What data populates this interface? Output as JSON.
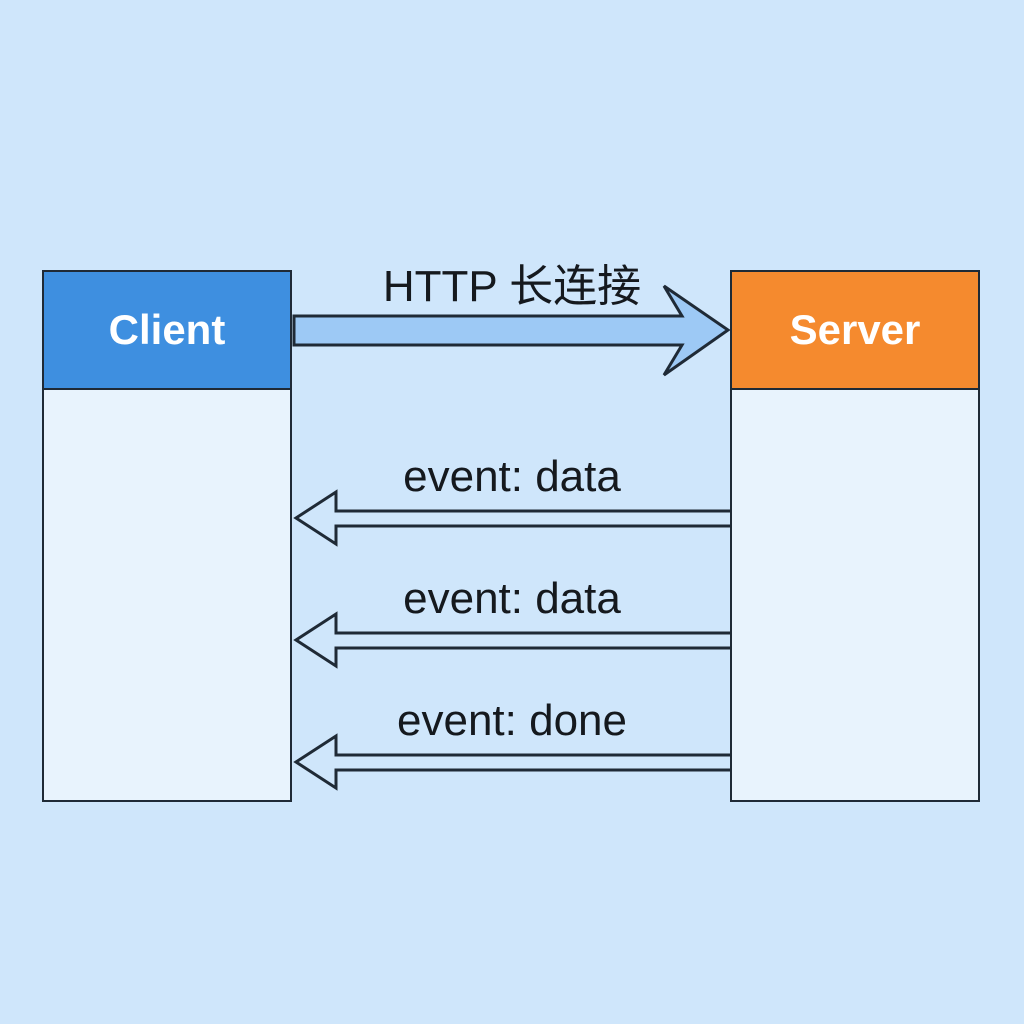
{
  "client": {
    "title": "Client"
  },
  "server": {
    "title": "Server"
  },
  "request": {
    "label": "HTTP 长连接"
  },
  "events": [
    {
      "label": "event: data"
    },
    {
      "label": "event: data"
    },
    {
      "label": "event: done"
    }
  ],
  "colors": {
    "background": "#cfe6fb",
    "client_header": "#3e8fe0",
    "server_header": "#f58a2e",
    "request_arrow_fill": "#9dc9f5",
    "outline": "#1f2a36"
  }
}
